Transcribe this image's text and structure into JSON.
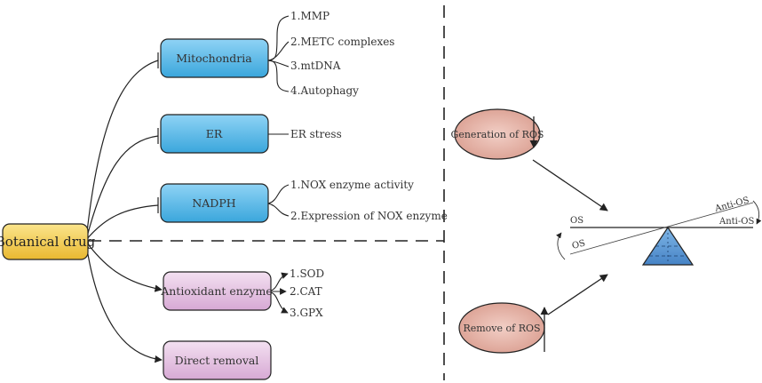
{
  "root": {
    "label": "Botanical drug"
  },
  "inhibit_targets": [
    {
      "label": "Mitochondria",
      "items": [
        "1.MMP",
        "2.METC complexes",
        "3.mtDNA",
        "4.Autophagy"
      ]
    },
    {
      "label": "ER",
      "items": [
        "ER stress"
      ]
    },
    {
      "label": "NADPH",
      "items": [
        "1.NOX enzyme activity",
        "2.Expression of NOX enzyme"
      ]
    }
  ],
  "promote_targets": [
    {
      "label": "Antioxidant enzyme",
      "items": [
        "1.SOD",
        "2.CAT",
        "3.GPX"
      ]
    },
    {
      "label": "Direct removal",
      "items": []
    }
  ],
  "ros": {
    "generation_label": "Generation of ROS",
    "removal_label": "Remove of ROS"
  },
  "balance": {
    "left_label_top": "OS",
    "left_label_bottom": "OS",
    "right_label_top": "Anti-OS",
    "right_label_bottom": "Anti-OS"
  },
  "colors": {
    "blue_box": "#5ab8e8",
    "pink_box": "#e8c8e6",
    "root_box": "#f5d05a",
    "ros_circle": "#e8b8ad",
    "fulcrum": "#5b9bd5"
  }
}
